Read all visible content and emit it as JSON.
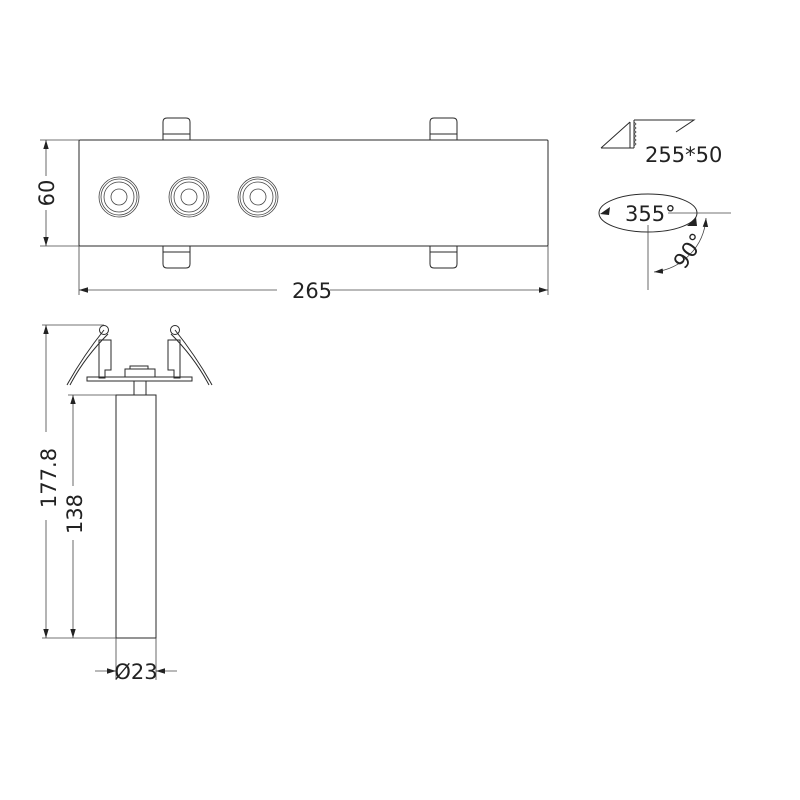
{
  "top_view": {
    "width_dim": "265",
    "height_dim": "60",
    "lamp_heads": 3
  },
  "side_view": {
    "total_height_dim": "177.8",
    "body_height_dim": "138",
    "diameter_dim": "Ø23"
  },
  "specs": {
    "cutout_size": "255*50",
    "horizontal_rotation": "355°",
    "vertical_tilt": "90°"
  }
}
